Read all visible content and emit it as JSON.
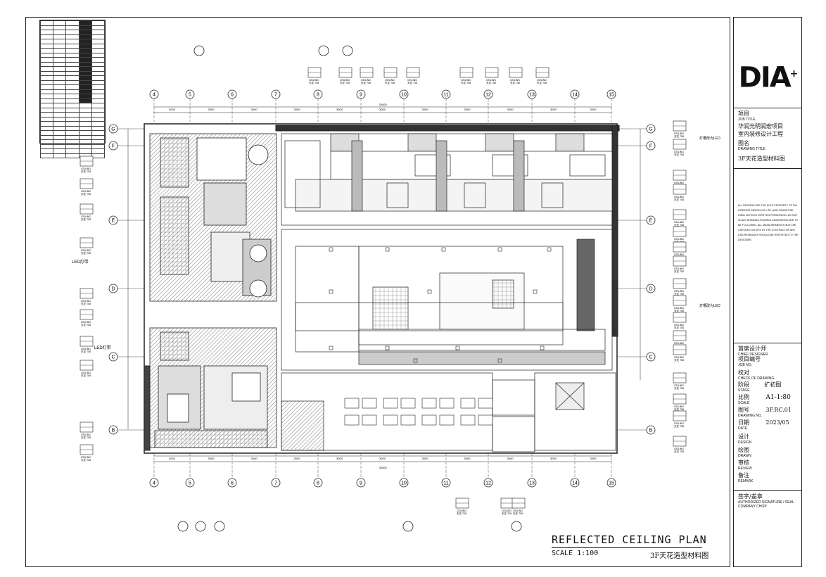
{
  "drawing": {
    "title_en": "REFLECTED CEILING PLAN",
    "scale": "SCALE 1:100",
    "title_cn": "3F天花造型材料图"
  },
  "titleblock": {
    "logo": "DIA",
    "logo_mark": "+",
    "project_label_cn": "项目",
    "project_label_en": "JOB TITLE",
    "project_name_1": "华润光明润宏项目",
    "project_name_2": "室内装修设计工程",
    "drawing_label_cn": "图名",
    "drawing_label_en": "DRAWING TITLE",
    "drawing_name": "3F天花造型材料图",
    "notice": "ALL DESIGNS ARE THE SOLE PROPERTY OF DIA INTERIOR DESIGN CO.,LTD.,AND CANNOT BE USED WITHOUT WRITTEN PERMISSION. DO NOT SCALE DRAWING.FIGURED DIMENSIONS ARE TO BE FOLLOWED. ALL MEASUREMENTS MUST BE CHECKED ON SITE BY THE CONTRACTOR ANY DISCREPANCIES SHOULD BE REPORTED TO THE DESIGNER.",
    "chief_label": "首席设计师",
    "chief_label_en": "CHIEF DESIGNER",
    "job_no_label": "项目编号",
    "job_no_label_en": "JOB NO.",
    "check_label": "校对",
    "check_label_en": "CHECK OF DRAWING",
    "stage_label": "阶段",
    "stage_label_en": "STAGE",
    "stage_value": "扩初图",
    "scale_label": "比例",
    "scale_label_en": "SCALE",
    "scale_value": "A1-1:80",
    "drawing_no_label": "图号",
    "drawing_no_label_en": "DRAWING NO.",
    "drawing_no_value": "3F.RC.01",
    "date_label": "日期",
    "date_label_en": "DATE",
    "date_value": "2023/05",
    "design_label": "设计",
    "design_label_en": "DESIGN",
    "draw_label": "绘图",
    "draw_label_en": "DRAWN",
    "review_label": "审核",
    "review_label_en": "REVIEW",
    "remark_label": "备注",
    "remark_label_en": "REMARK",
    "sign_label": "签字/盖章",
    "sign_label_en": "AUTHORIZED SIGNATURE / SEAL COMPANY CHOP"
  },
  "grid": {
    "top_axes": [
      "4",
      "5",
      "6",
      "7",
      "8",
      "9",
      "10",
      "11",
      "12",
      "13",
      "14",
      "15"
    ],
    "row_axes": [
      "G",
      "F",
      "E",
      "D",
      "C",
      "B"
    ],
    "top_dims": [
      "3000",
      "3000",
      "3000",
      "3000",
      "3000",
      "3000",
      "3000",
      "3000",
      "3000",
      "3000",
      "3000"
    ],
    "total_dim": "33400"
  },
  "annotations": {
    "led_1": "LED灯带",
    "led_2": "LED灯带",
    "note_right_1": "灯槽改为LED",
    "note_right_2": "灯槽改为LED",
    "ceiling": "CEILING",
    "ceiling_cn": "天花 T08"
  },
  "colors": {
    "line": "#222222",
    "hatch": "#888888",
    "fill_dark": "#555555"
  }
}
